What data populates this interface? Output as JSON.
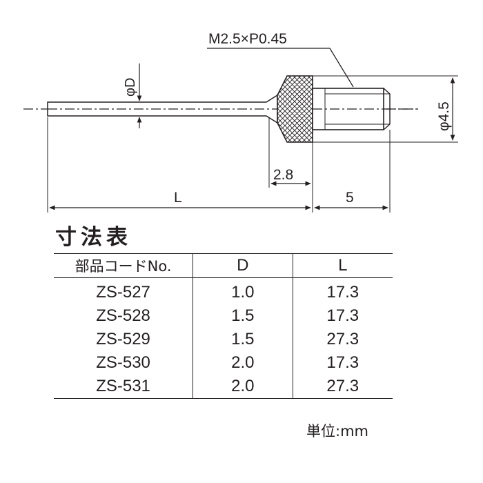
{
  "drawing": {
    "thread_callout": "M2.5×P0.45",
    "dim_phi_d": "φD",
    "dim_phi_45": "φ4.5",
    "dim_28": "2.8",
    "dim_l": "L",
    "dim_5": "5"
  },
  "table": {
    "title": "寸法表",
    "headers": [
      "部品コードNo.",
      "D",
      "L"
    ],
    "rows": [
      [
        "ZS-527",
        "1.0",
        "17.3"
      ],
      [
        "ZS-528",
        "1.5",
        "17.3"
      ],
      [
        "ZS-529",
        "1.5",
        "27.3"
      ],
      [
        "ZS-530",
        "2.0",
        "17.3"
      ],
      [
        "ZS-531",
        "2.0",
        "27.3"
      ]
    ]
  },
  "unit_note": "単位:mm"
}
